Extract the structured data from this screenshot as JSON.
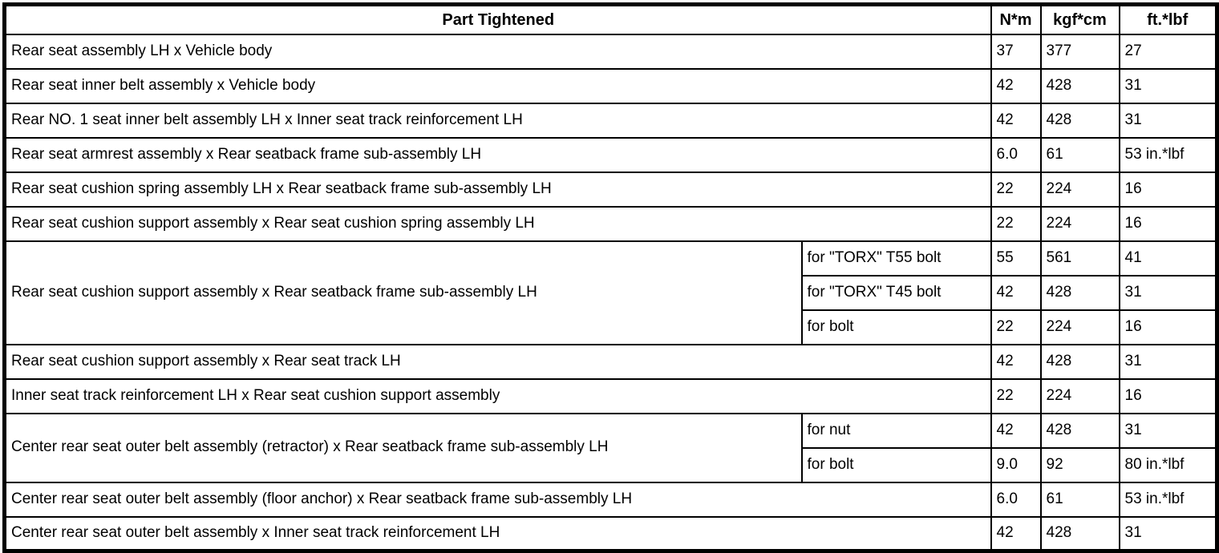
{
  "colors": {
    "border": "#000000",
    "background": "#ffffff",
    "text": "#000000"
  },
  "table": {
    "title_header": "Part Tightened",
    "unit_headers": [
      "N*m",
      "kgf*cm",
      "ft.*lbf"
    ],
    "rows": [
      {
        "part": "Rear seat assembly LH x Vehicle body",
        "nm": "37",
        "kgfcm": "377",
        "ftlbf": "27"
      },
      {
        "part": "Rear seat inner belt assembly x Vehicle body",
        "nm": "42",
        "kgfcm": "428",
        "ftlbf": "31"
      },
      {
        "part": "Rear NO. 1 seat inner belt assembly LH x Inner seat track reinforcement LH",
        "nm": "42",
        "kgfcm": "428",
        "ftlbf": "31"
      },
      {
        "part": "Rear seat armrest assembly x Rear seatback frame sub-assembly LH",
        "nm": "6.0",
        "kgfcm": "61",
        "ftlbf": "53 in.*lbf"
      },
      {
        "part": "Rear seat cushion spring assembly LH x Rear seatback frame sub-assembly LH",
        "nm": "22",
        "kgfcm": "224",
        "ftlbf": "16"
      },
      {
        "part": "Rear seat cushion support assembly x Rear seat cushion spring assembly LH",
        "nm": "22",
        "kgfcm": "224",
        "ftlbf": "16"
      },
      {
        "part": "Rear seat cushion support assembly x Rear seatback frame sub-assembly LH",
        "subs": [
          {
            "label": "for \"TORX\" T55 bolt",
            "nm": "55",
            "kgfcm": "561",
            "ftlbf": "41"
          },
          {
            "label": "for \"TORX\" T45 bolt",
            "nm": "42",
            "kgfcm": "428",
            "ftlbf": "31"
          },
          {
            "label": "for bolt",
            "nm": "22",
            "kgfcm": "224",
            "ftlbf": "16"
          }
        ]
      },
      {
        "part": "Rear seat cushion support assembly x Rear seat track LH",
        "nm": "42",
        "kgfcm": "428",
        "ftlbf": "31"
      },
      {
        "part": "Inner seat track reinforcement LH x Rear seat cushion support assembly",
        "nm": "22",
        "kgfcm": "224",
        "ftlbf": "16"
      },
      {
        "part": "Center rear seat outer belt assembly (retractor) x Rear seatback frame sub-assembly LH",
        "subs": [
          {
            "label": "for nut",
            "nm": "42",
            "kgfcm": "428",
            "ftlbf": "31"
          },
          {
            "label": "for bolt",
            "nm": "9.0",
            "kgfcm": "92",
            "ftlbf": "80 in.*lbf"
          }
        ]
      },
      {
        "part": "Center rear seat outer belt assembly (floor anchor) x Rear seatback frame sub-assembly LH",
        "nm": "6.0",
        "kgfcm": "61",
        "ftlbf": "53 in.*lbf"
      },
      {
        "part": "Center rear seat outer belt assembly x Inner seat track reinforcement LH",
        "nm": "42",
        "kgfcm": "428",
        "ftlbf": "31"
      }
    ]
  }
}
